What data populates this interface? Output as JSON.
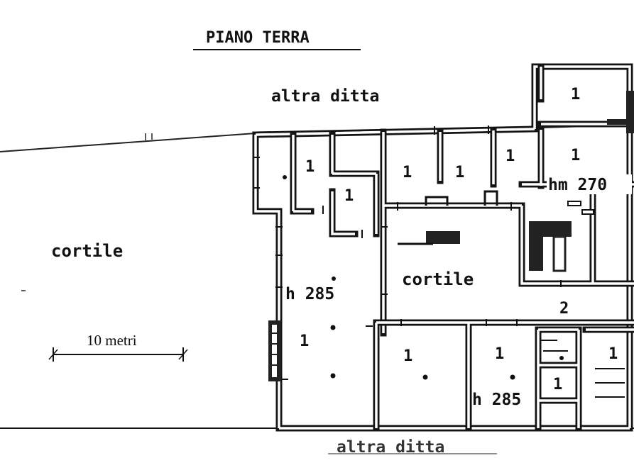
{
  "title": "PIANO TERRA",
  "neighbor_top": "altra ditta",
  "neighbor_bottom": "altra ditta",
  "courtyard_left": "cortile",
  "courtyard_inner": "cortile",
  "scale_label": "10 metri",
  "height_labels": {
    "left": "h 285",
    "bottom": "h 285",
    "top_right": "hm 270"
  },
  "room_numbers": {
    "top_right_block": "1",
    "upper_a": "1",
    "upper_b": "1",
    "upper_c": "1",
    "upper_d": "1",
    "upper_e": "1",
    "upper_f": "1",
    "left_hall": "1",
    "bottom_a": "1",
    "bottom_b": "1",
    "bottom_c": "1",
    "bottom_d": "1",
    "stair_marker": "2"
  }
}
